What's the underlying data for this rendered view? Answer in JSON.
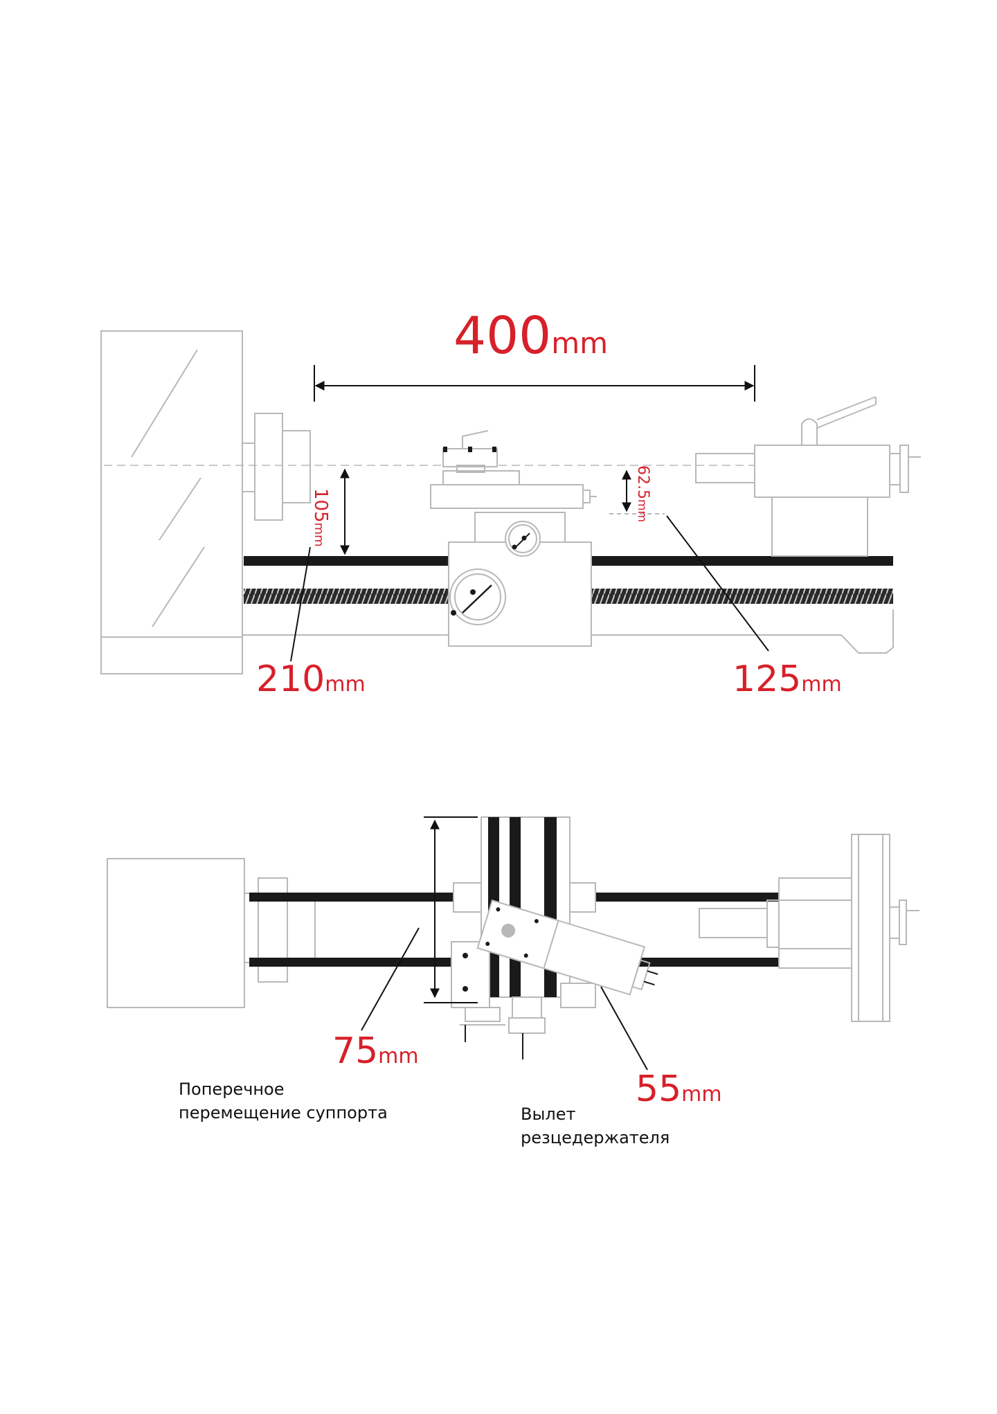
{
  "side_view": {
    "length_dim": {
      "value": "400",
      "unit": "mm"
    },
    "center_height_dim": {
      "value": "105",
      "unit": "mm"
    },
    "carriage_height_dim": {
      "value": "62.5",
      "unit": "mm"
    },
    "swing_over_bed_dim": {
      "value": "210",
      "unit": "mm"
    },
    "swing_over_carriage_dim": {
      "value": "125",
      "unit": "mm"
    }
  },
  "top_view": {
    "cross_travel_dim": {
      "value": "75",
      "unit": "mm"
    },
    "tool_post_dim": {
      "value": "55",
      "unit": "mm"
    },
    "cross_travel_caption": [
      "Поперечное",
      "перемещение суппорта"
    ],
    "tool_post_caption": [
      "Вылет",
      "резцедержателя"
    ]
  },
  "colors": {
    "dimension": "#d7202a",
    "line": "#b8b8b8",
    "dark": "#1a1a1a"
  }
}
